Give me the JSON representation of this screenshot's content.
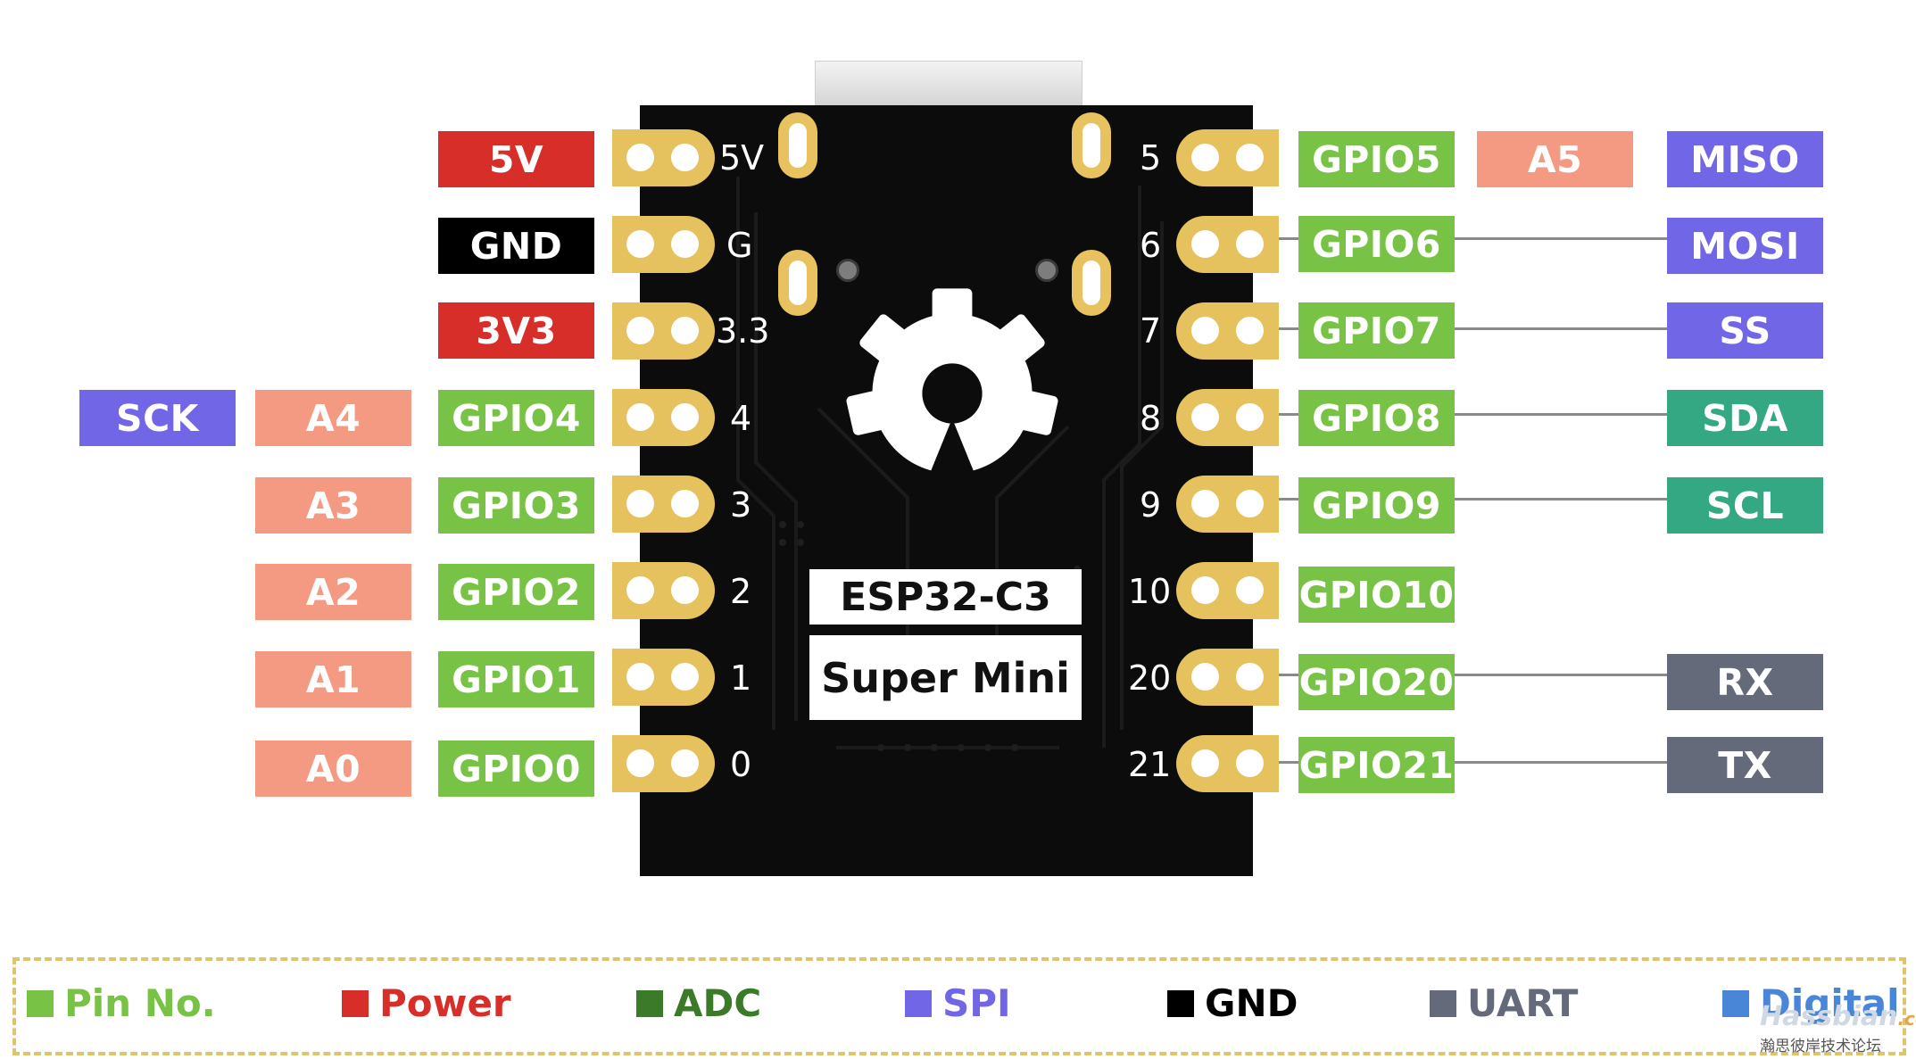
{
  "colors": {
    "power": "#d72e2a",
    "gnd": "#000000",
    "gpio": "#78c245",
    "adc": "#f59a82",
    "spi": "#7066e6",
    "i2c": "#34a883",
    "uart": "#646a79",
    "pad": "#e5c25e",
    "board": "#0c0c0c",
    "legend_border": "#e0c46c"
  },
  "board": {
    "name": "ESP32-C3",
    "subtitle": "Super Mini",
    "logo": "gear-keyhole-icon"
  },
  "pins": {
    "left": [
      {
        "no": "5V",
        "labels": [
          "5V"
        ]
      },
      {
        "no": "G",
        "labels": [
          "GND"
        ]
      },
      {
        "no": "3.3",
        "labels": [
          "3V3"
        ]
      },
      {
        "no": "4",
        "labels": [
          "GPIO4",
          "A4",
          "SCK"
        ]
      },
      {
        "no": "3",
        "labels": [
          "GPIO3",
          "A3"
        ]
      },
      {
        "no": "2",
        "labels": [
          "GPIO2",
          "A2"
        ]
      },
      {
        "no": "1",
        "labels": [
          "GPIO1",
          "A1"
        ]
      },
      {
        "no": "0",
        "labels": [
          "GPIO0",
          "A0"
        ]
      }
    ],
    "right": [
      {
        "no": "5",
        "labels": [
          "GPIO5",
          "A5",
          "MISO"
        ]
      },
      {
        "no": "6",
        "labels": [
          "GPIO6",
          "MOSI"
        ]
      },
      {
        "no": "7",
        "labels": [
          "GPIO7",
          "SS"
        ]
      },
      {
        "no": "8",
        "labels": [
          "GPIO8",
          "SDA"
        ]
      },
      {
        "no": "9",
        "labels": [
          "GPIO9",
          "SCL"
        ]
      },
      {
        "no": "10",
        "labels": [
          "GPIO10"
        ]
      },
      {
        "no": "20",
        "labels": [
          "GPIO20",
          "RX"
        ]
      },
      {
        "no": "21",
        "labels": [
          "GPIO21",
          "TX"
        ]
      }
    ]
  },
  "legend": [
    {
      "label": "Pin No.",
      "color": "#78c245"
    },
    {
      "label": "Power",
      "color": "#d72e2a"
    },
    {
      "label": "ADC",
      "color": "#3a7a28"
    },
    {
      "label": "SPI",
      "color": "#7066e6"
    },
    {
      "label": "GND",
      "color": "#000000"
    },
    {
      "label": "UART",
      "color": "#646a79"
    },
    {
      "label": "Digital",
      "color": "#4a86d8"
    }
  ],
  "watermark": {
    "brand": "Hassbian",
    "domain": ".com",
    "tagline": "瀚思彼岸技术论坛"
  }
}
